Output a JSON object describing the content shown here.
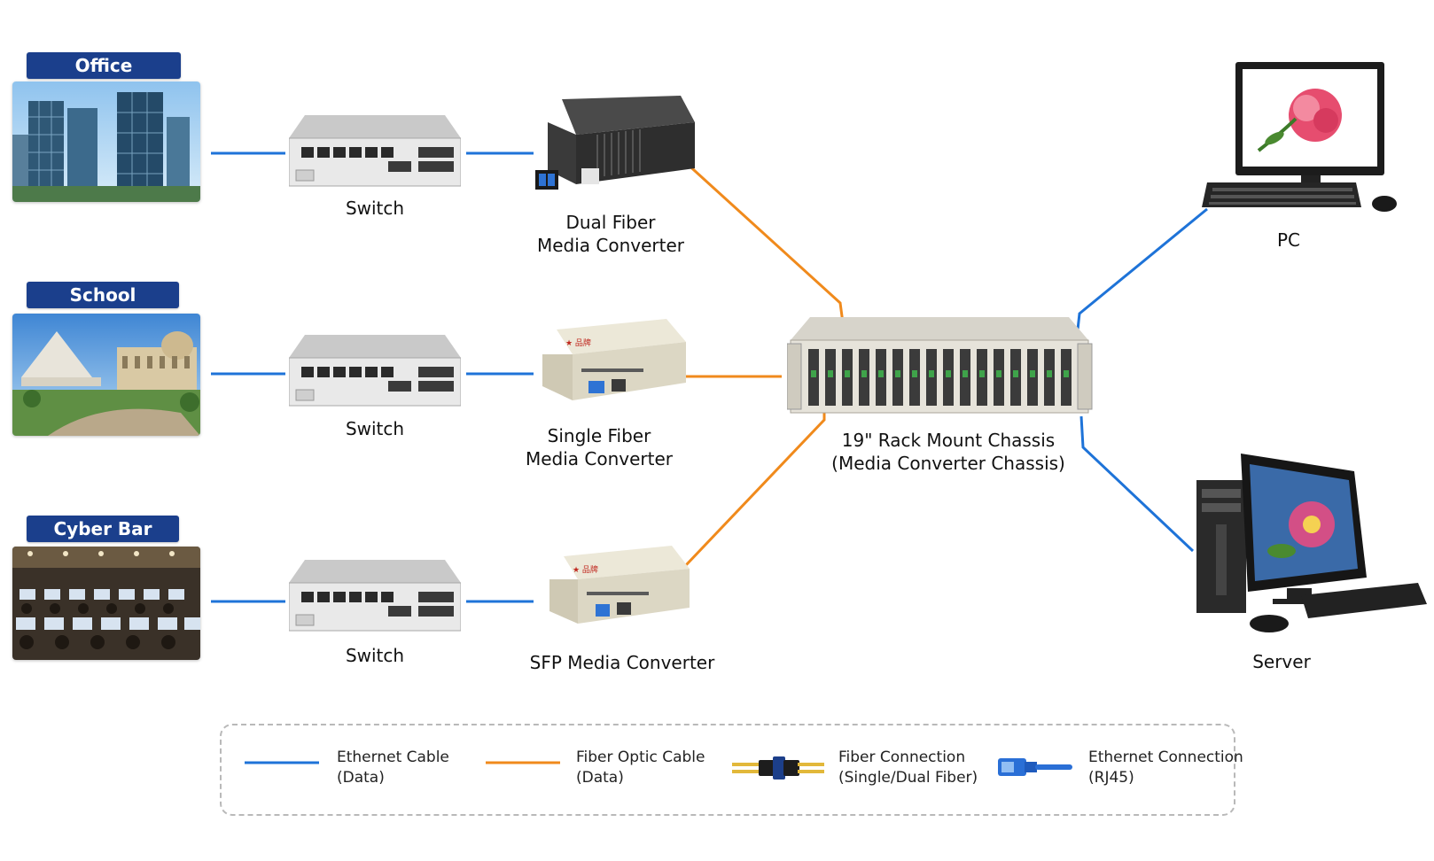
{
  "sites": [
    {
      "label": "Office"
    },
    {
      "label": "School"
    },
    {
      "label": "Cyber Bar"
    }
  ],
  "switches": [
    {
      "label": "Switch"
    },
    {
      "label": "Switch"
    },
    {
      "label": "Switch"
    }
  ],
  "converters": [
    {
      "line1": "Dual Fiber",
      "line2": "Media Converter"
    },
    {
      "line1": "Single Fiber",
      "line2": "Media Converter"
    },
    {
      "line1": "SFP Media Converter",
      "line2": ""
    }
  ],
  "chassis": {
    "line1": "19\" Rack Mount Chassis",
    "line2": "(Media Converter Chassis)"
  },
  "endpoints": {
    "pc": "PC",
    "server": "Server"
  },
  "legend": [
    {
      "icon": "blue-line-icon",
      "line1": "Ethernet Cable",
      "line2": "(Data)"
    },
    {
      "icon": "orange-line-icon",
      "line1": "Fiber Optic Cable",
      "line2": "(Data)"
    },
    {
      "icon": "fiber-connector-icon",
      "line1": "Fiber Connection",
      "line2": "(Single/Dual Fiber)"
    },
    {
      "icon": "rj45-connector-icon",
      "line1": "Ethernet Connection",
      "line2": "(RJ45)"
    }
  ],
  "colors": {
    "ethernet": "#1e73d8",
    "fiber": "#f08a1c",
    "badge": "#1b3f8c"
  }
}
